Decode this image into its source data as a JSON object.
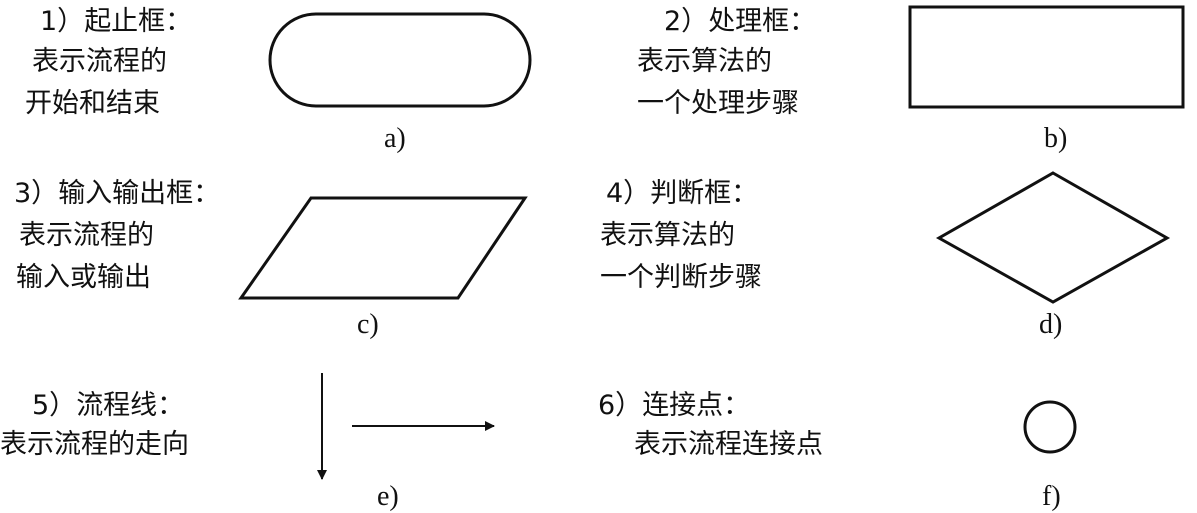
{
  "items": [
    {
      "num": "1）",
      "title": "起止框：",
      "desc": [
        "表示流程的",
        "开始和结束"
      ],
      "caption": "a)",
      "shape": "terminal"
    },
    {
      "num": "2）",
      "title": "处理框：",
      "desc": [
        "表示算法的",
        "一个处理步骤"
      ],
      "caption": "b)",
      "shape": "process"
    },
    {
      "num": "3）",
      "title": "输入输出框：",
      "desc": [
        "表示流程的",
        "输入或输出"
      ],
      "caption": "c)",
      "shape": "input-output"
    },
    {
      "num": "4）",
      "title": "判断框：",
      "desc": [
        "表示算法的",
        "一个判断步骤"
      ],
      "caption": "d)",
      "shape": "decision"
    },
    {
      "num": "5）",
      "title": "流程线：",
      "desc": [
        "表示流程的走向"
      ],
      "caption": "e)",
      "shape": "flow-line"
    },
    {
      "num": "6）",
      "title": "连接点：",
      "desc": [
        "表示流程连接点"
      ],
      "caption": "f)",
      "shape": "connector"
    }
  ]
}
